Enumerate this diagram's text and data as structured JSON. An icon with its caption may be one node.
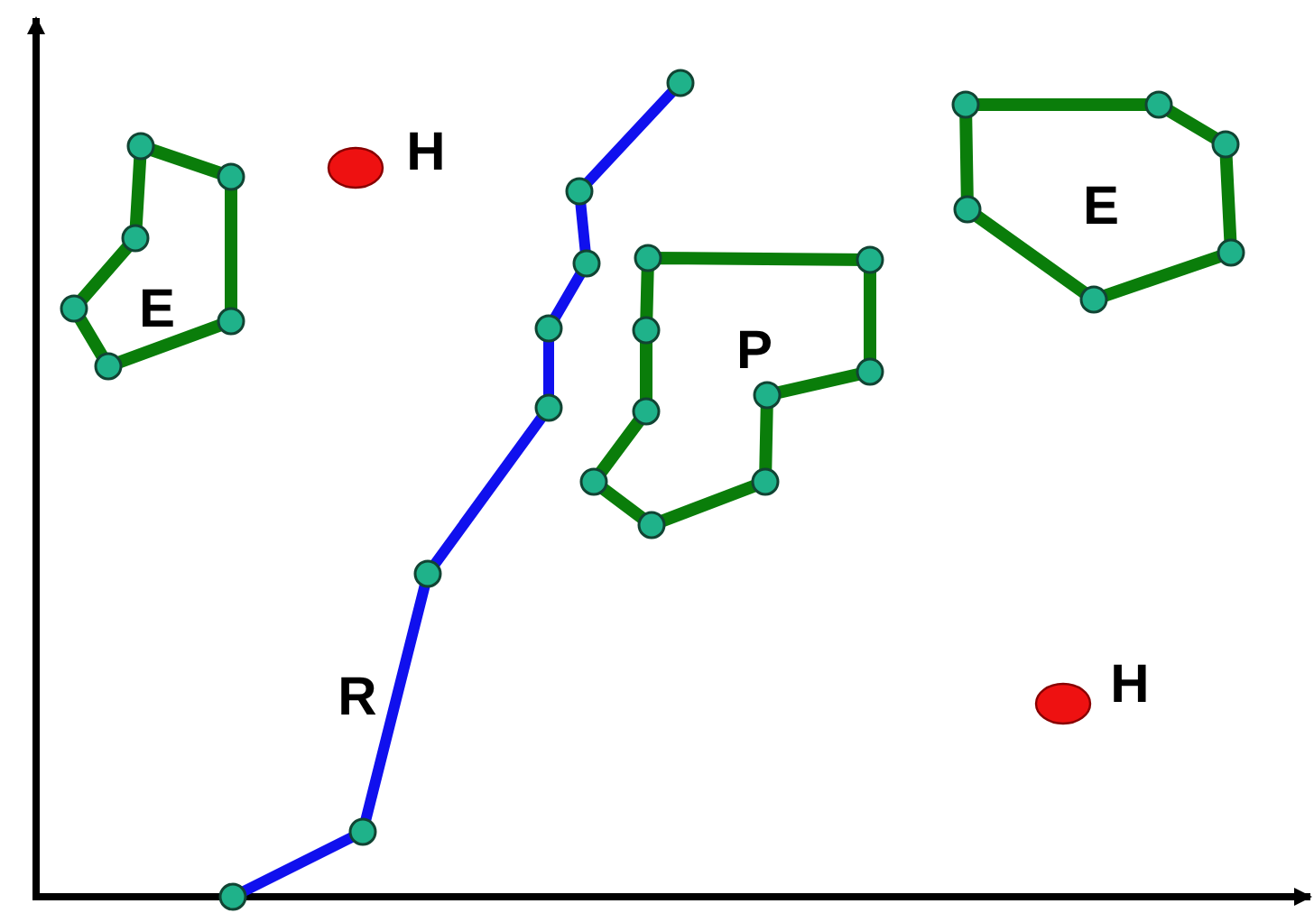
{
  "diagram": {
    "nodes": [
      {
        "text": [
          "E"
        ]
      },
      {
        "text": [],
        "shape": "circle",
        "beside": [
          "H"
        ]
      },
      {
        "text": [
          "E"
        ]
      },
      {
        "text": [
          "P"
        ]
      },
      {
        "text": [],
        "shape": "circle",
        "beside": [
          "H"
        ]
      }
    ],
    "labels": [
      "R"
    ]
  }
}
